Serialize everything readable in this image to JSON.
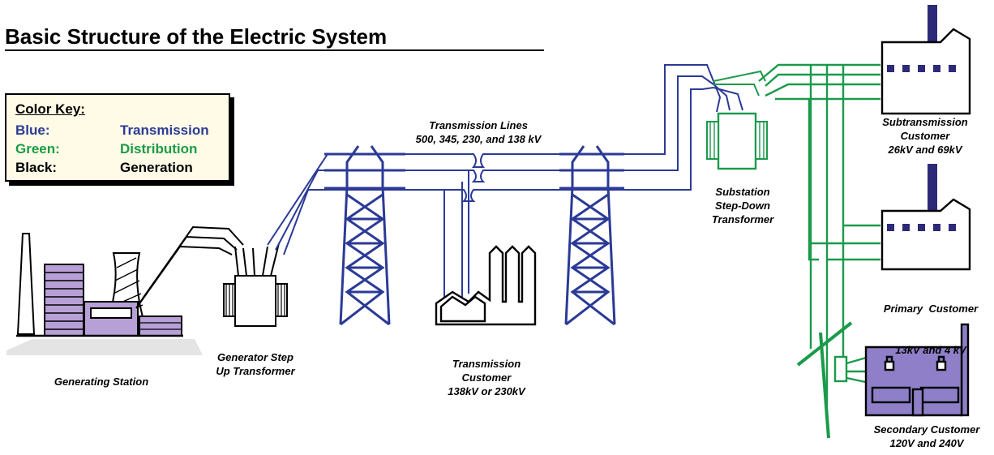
{
  "title": "Basic Structure of the Electric System",
  "color_key": {
    "heading": "Color Key:",
    "entries": [
      {
        "label": "Blue:",
        "value": "Transmission",
        "color": "#2b3a96"
      },
      {
        "label": "Green:",
        "value": "Distribution",
        "color": "#1a9a4a"
      },
      {
        "label": "Black:",
        "value": "Generation",
        "color": "#000000"
      }
    ]
  },
  "colors": {
    "transmission": "#2b3a96",
    "distribution": "#1a9a4a",
    "generation": "#000000",
    "building_fill": "#b7a0d6",
    "house_fill": "#8e7fc8",
    "factory_window": "#2e2a7a"
  },
  "labels": {
    "generating_station": "Generating Station",
    "generator_transformer": [
      "Generator Step",
      "Up Transformer"
    ],
    "transmission_lines": [
      "Transmission Lines",
      "500, 345, 230, and 138 kV"
    ],
    "transmission_customer": [
      "Transmission",
      "Customer",
      "138kV or 230kV"
    ],
    "substation": [
      "Substation",
      "Step-Down",
      "Transformer"
    ],
    "subtransmission_customer": [
      "Subtransmission",
      "Customer",
      "26kV and 69kV"
    ],
    "primary_customer": [
      "Primary  Customer",
      "13kV and 4 kV"
    ],
    "secondary_customer": [
      "Secondary Customer",
      "120V and 240V"
    ]
  }
}
